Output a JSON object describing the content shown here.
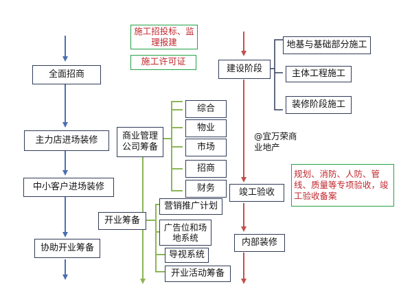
{
  "colors": {
    "blue_flow": "#4a6fb0",
    "green_flow": "#8cb556",
    "red_flow": "#c0504d",
    "box_border": "#2f3a57",
    "note_border": "#22a045",
    "note_text": "#c0272d"
  },
  "left_column": {
    "all_recruitment": "全面招商",
    "anchor_store_fitout": "主力店进场装修",
    "small_tenant_fitout": "中小客户进场装修",
    "assist_opening": "协助开业筹备"
  },
  "middle_column": {
    "commercial_mgmt_line1": "商业管理",
    "commercial_mgmt_line2": "公司筹备",
    "departments": [
      "综合",
      "物业",
      "市场",
      "招商",
      "财务"
    ],
    "opening_prep": "开业筹备",
    "opening_tasks": [
      "营销推广计划",
      "广告位和场地系统",
      "导视系统",
      "开业活动筹备"
    ]
  },
  "notes": {
    "bidding": "施工招投标、监理报建",
    "permit": "施工许可证",
    "acceptance": "规划、消防、人防、管线、质量等专项验收，竣工验收备案"
  },
  "right_column": {
    "construction_stage": "建设阶段",
    "stage_tasks": [
      "地基与基础部分施工",
      "主体工程施工",
      "装修阶段施工"
    ],
    "developer": "@宜万荣商业地产",
    "completion_acceptance": "竣工验收",
    "interior_fitout": "内部装修"
  }
}
